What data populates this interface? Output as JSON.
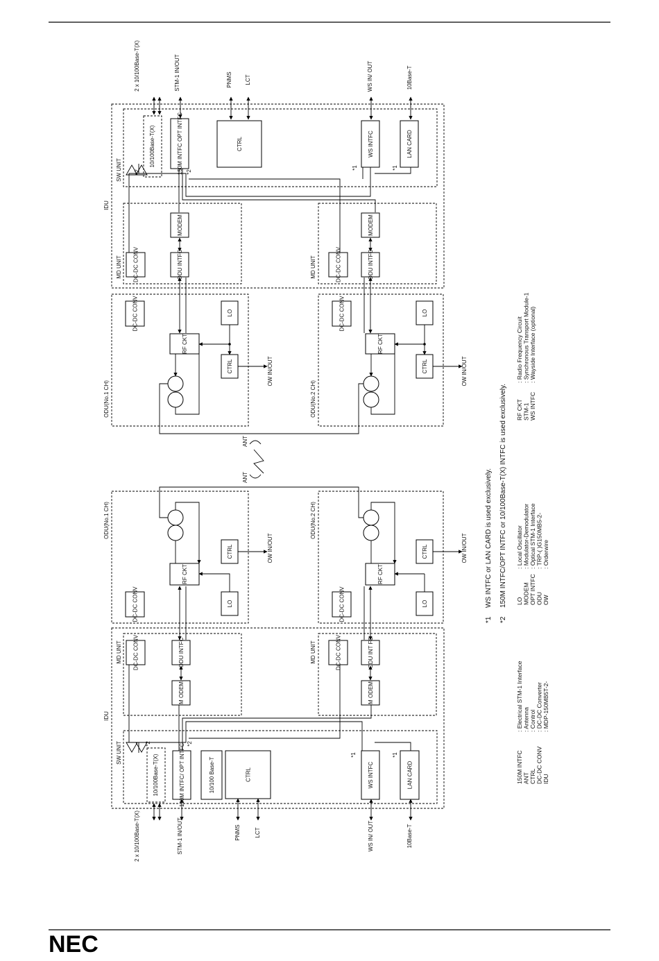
{
  "page": {
    "logo": "NEC"
  },
  "units": {
    "idu": "IDU",
    "sw_unit": "SW UNIT",
    "md_unit": "MD UNIT",
    "odu_no1": "ODU(No.1 CH)",
    "odu_no2": "ODU(No.2 CH)"
  },
  "blocks": {
    "dcdc": "DC-DC CONV",
    "odu_intfc": "ODU INTFC",
    "odu_intfc_alt": "ODU INT FC",
    "modem": "MODEM",
    "modem_alt": "M ODEM",
    "rf_ckt": "RF CKT",
    "lo": "LO",
    "ctrl": "CTRL",
    "opt_intfc_right": "150M INTFC OPT INTFC",
    "opt_intfc_left": "150M INTFC/ OPT INTFC",
    "base_tx": "10/100Base-T(X)",
    "base_t": "10/100 Base-T",
    "ws_intfc": "WS INTFC",
    "lan_card": "LAN CARD"
  },
  "ports": {
    "two_x": "2 x 10/100Base-T(X)",
    "stm1": "STM-1 IN/OUT",
    "pnms": "PNMS",
    "lct": "LCT",
    "ws_inout": "WS IN/ OUT",
    "base10": "10Base-T",
    "ow": "OW IN/OUT",
    "ant": "ANT"
  },
  "marks": {
    "star1": "*1",
    "star2": "*2"
  },
  "footnotes": [
    {
      "mark": "*1",
      "text": "WS INTFC or LAN CARD is used exclusively."
    },
    {
      "mark": "*2",
      "text": "150M INTFC/OPT INTFC or 10/100Base-T(X) INTFC is used exclusively."
    }
  ],
  "abbreviations": [
    [
      {
        "term": "150M INTFC",
        "desc": ": Electrical STM-1 Interface"
      },
      {
        "term": "ANT",
        "desc": ": Antenna"
      },
      {
        "term": "CTRL",
        "desc": ": Control"
      },
      {
        "term": "DC-DC CONV",
        "desc": ": DC-DC Converter"
      },
      {
        "term": "IDU",
        "desc": ": MDP-150MB5T-2-"
      }
    ],
    [
      {
        "term": "LO",
        "desc": ": Local Oscillator"
      },
      {
        "term": "MODEM",
        "desc": ": Modulator-Demodulator"
      },
      {
        "term": "OPT INTFC",
        "desc": ": Optical STM-1 Interface"
      },
      {
        "term": "ODU",
        "desc": ": TRP-( )G150MB5-2-"
      },
      {
        "term": "OW",
        "desc": ": Orderwire"
      }
    ],
    [
      {
        "term": "RF CKT",
        "desc": ": Radio Frequency Circuit"
      },
      {
        "term": "STM-1",
        "desc": ": Synchronous Transport Module-1"
      },
      {
        "term": "WS INTFC",
        "desc": ": Wayside Interface (optional)"
      }
    ]
  ]
}
